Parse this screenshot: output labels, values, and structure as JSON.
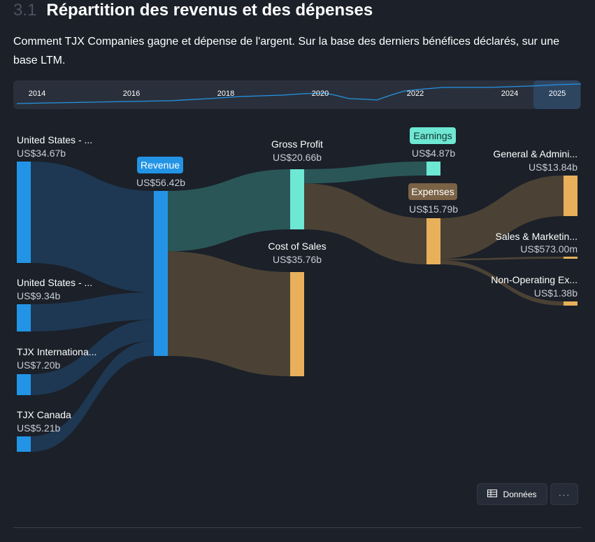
{
  "header": {
    "section_number": "3.1",
    "title": "Répartition des revenus et des dépenses"
  },
  "description": "Comment TJX Companies gagne et dépense de l'argent. Sur la base des derniers bénéfices déclarés, sur une base LTM.",
  "timeline": {
    "labels": [
      "2014",
      "2016",
      "2018",
      "2020",
      "2022",
      "2024",
      "2025"
    ],
    "selected": "2025"
  },
  "chart_data": {
    "type": "sankey",
    "colors": {
      "blue": "#2394e5",
      "teal": "#6ee7d3",
      "orange": "#e8b05a",
      "background": "#1b2029"
    },
    "nodes": [
      {
        "id": "us1",
        "label": "United States - ...",
        "value_label": "US$34.67b",
        "value": 34.67
      },
      {
        "id": "us2",
        "label": "United States - ...",
        "value_label": "US$9.34b",
        "value": 9.34
      },
      {
        "id": "tjxi",
        "label": "TJX Internationa...",
        "value_label": "US$7.20b",
        "value": 7.2
      },
      {
        "id": "tjxc",
        "label": "TJX Canada",
        "value_label": "US$5.21b",
        "value": 5.21
      },
      {
        "id": "revenue",
        "label": "Revenue",
        "value_label": "US$56.42b",
        "value": 56.42
      },
      {
        "id": "gross",
        "label": "Gross Profit",
        "value_label": "US$20.66b",
        "value": 20.66
      },
      {
        "id": "cos",
        "label": "Cost of Sales",
        "value_label": "US$35.76b",
        "value": 35.76
      },
      {
        "id": "earnings",
        "label": "Earnings",
        "value_label": "US$4.87b",
        "value": 4.87
      },
      {
        "id": "expenses",
        "label": "Expenses",
        "value_label": "US$15.79b",
        "value": 15.79
      },
      {
        "id": "ga",
        "label": "General & Admini...",
        "value_label": "US$13.84b",
        "value": 13.84
      },
      {
        "id": "sm",
        "label": "Sales & Marketin...",
        "value_label": "US$573.00m",
        "value": 0.573
      },
      {
        "id": "nonop",
        "label": "Non-Operating Ex...",
        "value_label": "US$1.38b",
        "value": 1.38
      }
    ],
    "links": [
      {
        "source": "us1",
        "target": "revenue",
        "value": 34.67
      },
      {
        "source": "us2",
        "target": "revenue",
        "value": 9.34
      },
      {
        "source": "tjxi",
        "target": "revenue",
        "value": 7.2
      },
      {
        "source": "tjxc",
        "target": "revenue",
        "value": 5.21
      },
      {
        "source": "revenue",
        "target": "gross",
        "value": 20.66
      },
      {
        "source": "revenue",
        "target": "cos",
        "value": 35.76
      },
      {
        "source": "gross",
        "target": "earnings",
        "value": 4.87
      },
      {
        "source": "gross",
        "target": "expenses",
        "value": 15.79
      },
      {
        "source": "expenses",
        "target": "ga",
        "value": 13.84
      },
      {
        "source": "expenses",
        "target": "sm",
        "value": 0.573
      },
      {
        "source": "expenses",
        "target": "nonop",
        "value": 1.38
      }
    ]
  },
  "buttons": {
    "data_label": "Données",
    "more_label": "···"
  }
}
